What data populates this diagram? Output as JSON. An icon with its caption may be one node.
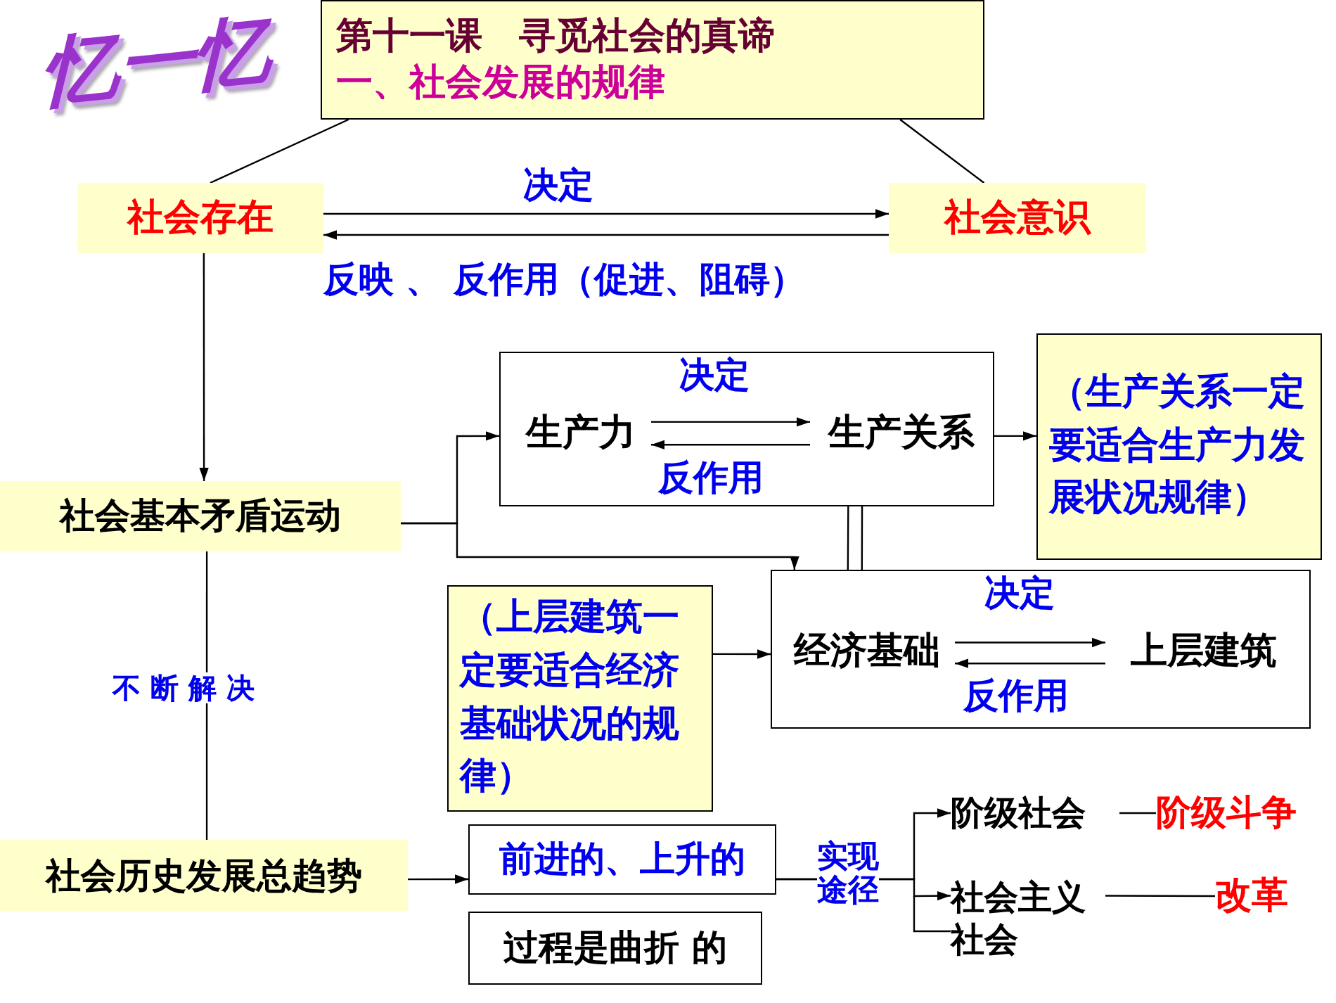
{
  "diagram": {
    "nodes": [
      {
        "text": [
          "第十一课　寻觅社会的真谛",
          "一、社会发展的规律"
        ]
      },
      {
        "text": [
          "社会存在"
        ]
      },
      {
        "text": [
          "社会意识"
        ]
      },
      {
        "text": [
          "社会基本矛盾运动"
        ]
      },
      {
        "text": [],
        "shape": "box"
      },
      {
        "text": [
          "生产力"
        ],
        "in": 4
      },
      {
        "text": [
          "生产关系"
        ],
        "in": 4
      },
      {
        "text": [
          "（生产关系一定要适合生产力发展状况规律）"
        ]
      },
      {
        "text": [],
        "shape": "box"
      },
      {
        "text": [
          "经济基础"
        ],
        "in": 8
      },
      {
        "text": [
          "上层建筑"
        ],
        "in": 8
      },
      {
        "text": [
          "（上层建筑一定要适合经济基础状况的规律）"
        ]
      },
      {
        "text": [
          "社会历史发展总趋势"
        ]
      },
      {
        "text": [
          "前进的、上升的"
        ]
      },
      {
        "text": [
          "过程是曲折 的"
        ]
      },
      {
        "text": [
          "阶级社会"
        ]
      },
      {
        "text": [
          "阶级斗争"
        ]
      },
      {
        "text": [
          "社会主义社会"
        ]
      },
      {
        "text": [
          "改革"
        ]
      }
    ],
    "edges": [
      {
        "from": 0,
        "to": 1,
        "arrow": "none"
      },
      {
        "from": 0,
        "to": 2,
        "arrow": "none"
      },
      {
        "from": 1,
        "to": 2,
        "arrow": "to",
        "label": "决定"
      },
      {
        "from": 2,
        "to": 1,
        "arrow": "to",
        "label": "反映 、 反作用（促进、阻碍）"
      },
      {
        "from": 1,
        "to": 3,
        "arrow": "to"
      },
      {
        "from": 3,
        "to": 4,
        "arrow": "to"
      },
      {
        "from": 3,
        "to": 8,
        "arrow": "to"
      },
      {
        "from": 4,
        "to": 8,
        "arrow": "none"
      },
      {
        "from": 4,
        "to": 7,
        "arrow": "to"
      },
      {
        "from": 5,
        "to": 6,
        "arrow": "to",
        "label": "决定"
      },
      {
        "from": 6,
        "to": 5,
        "arrow": "to",
        "label": "反作用"
      },
      {
        "from": 11,
        "to": 8,
        "arrow": "to"
      },
      {
        "from": 9,
        "to": 10,
        "arrow": "to",
        "label": "决定"
      },
      {
        "from": 10,
        "to": 9,
        "arrow": "to",
        "label": "反作用"
      },
      {
        "from": 3,
        "to": 12,
        "arrow": "none",
        "label": "不 断 解 决"
      },
      {
        "from": 12,
        "to": 13,
        "arrow": "to"
      },
      {
        "from": 13,
        "to": 15,
        "arrow": "to",
        "label": "实现途径"
      },
      {
        "from": 13,
        "to": 17,
        "arrow": "to"
      },
      {
        "from": 15,
        "to": 16,
        "arrow": "none"
      },
      {
        "from": 17,
        "to": 18,
        "arrow": "none"
      }
    ],
    "labels": [
      "忆一忆"
    ]
  }
}
